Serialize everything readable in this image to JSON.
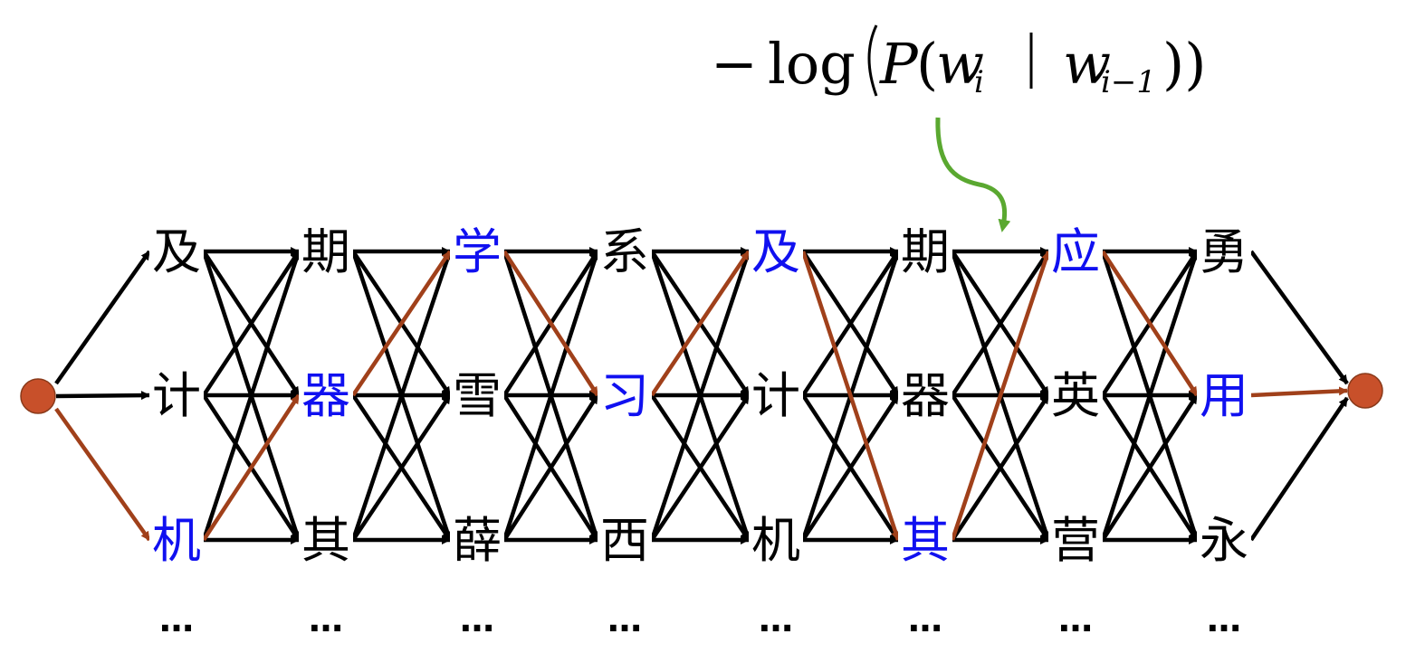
{
  "formula": {
    "minus": "−",
    "log": "log",
    "P": "P",
    "open_paren": "(",
    "w": "w",
    "i": "i",
    "bar": "|",
    "i_minus_1": "i−1",
    "close_paren": "))"
  },
  "colors": {
    "edge": "#000000",
    "path": "#A0401A",
    "highlight_text": "#1010F0",
    "normal_text": "#000000",
    "endpoint": "#C8502A",
    "annotation_arrow": "#5AA830"
  },
  "columns": [
    {
      "nodes": [
        "及",
        "计",
        "机"
      ],
      "selected": 2,
      "dots": "…"
    },
    {
      "nodes": [
        "期",
        "器",
        "其"
      ],
      "selected": 1,
      "dots": "…"
    },
    {
      "nodes": [
        "学",
        "雪",
        "薛"
      ],
      "selected": 0,
      "dots": "…"
    },
    {
      "nodes": [
        "系",
        "习",
        "西"
      ],
      "selected": 1,
      "dots": "…"
    },
    {
      "nodes": [
        "及",
        "计",
        "机"
      ],
      "selected": 0,
      "dots": "…"
    },
    {
      "nodes": [
        "期",
        "器",
        "其"
      ],
      "selected": 2,
      "dots": "…"
    },
    {
      "nodes": [
        "应",
        "英",
        "营"
      ],
      "selected": 0,
      "dots": "…"
    },
    {
      "nodes": [
        "勇",
        "用",
        "永"
      ],
      "selected": 1,
      "dots": "…"
    }
  ],
  "start_node": {
    "icon": "circle-dot",
    "color": "#C8502A"
  },
  "end_node": {
    "icon": "circle-dot",
    "color": "#C8502A"
  }
}
